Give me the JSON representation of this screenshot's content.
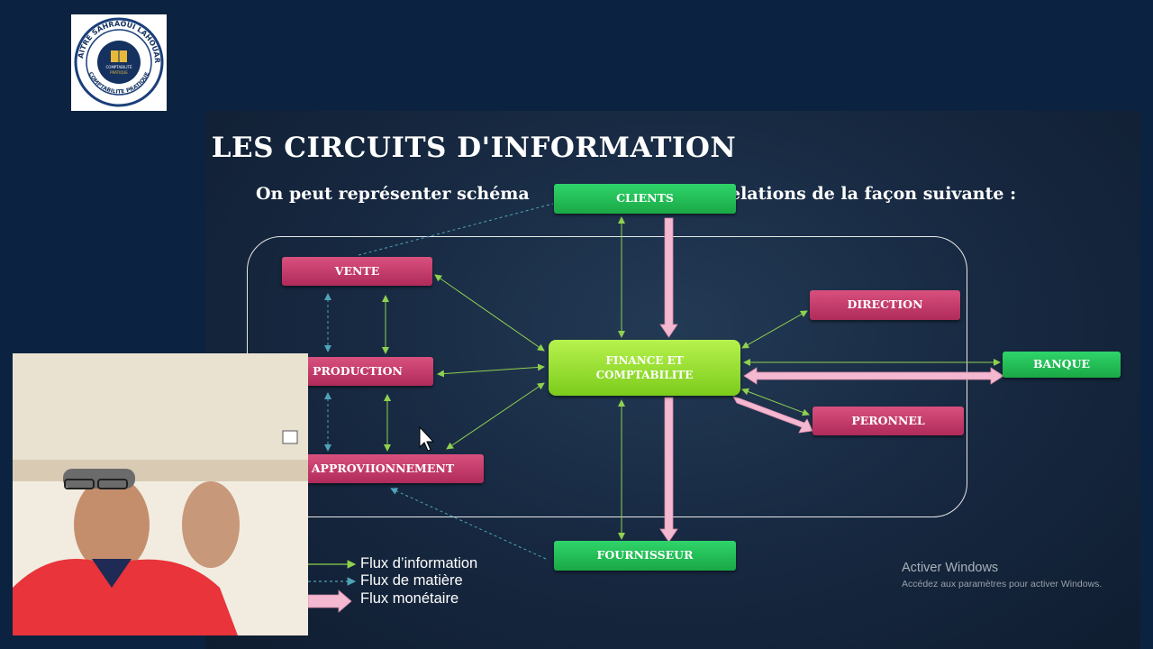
{
  "logo": {
    "arc_top": "MAITRE SAHRAOUI LAHOUARI",
    "arc_bottom": "COMPTABILITE PRATIQUE",
    "center_line1": "COMPTABILITÉ",
    "center_line2": "PRATIQUE"
  },
  "slide": {
    "title": "LES CIRCUITS D'INFORMATION",
    "subtitle_left": "On peut représenter schéma",
    "subtitle_right": "elations de la façon suivante :"
  },
  "diagram": {
    "nodes": {
      "clients": "CLIENTS",
      "vente": "VENTE",
      "production": "PRODUCTION",
      "approvisionnement": "APPROVIIONNEMENT",
      "finance_line1": "FINANCE ET",
      "finance_line2": "COMPTABILITE",
      "direction": "DIRECTION",
      "banque": "BANQUE",
      "personnel": "PERONNEL",
      "fournisseur": "FOURNISSEUR"
    },
    "colors": {
      "information_flow": "#8fd14f",
      "material_flow": "#4fa3b8",
      "monetary_flow": "#f4b8d0",
      "department_box": "#c23a68",
      "external_box": "#1fbf55",
      "finance_box": "#9be036"
    }
  },
  "legend": {
    "information": "Flux d’information",
    "material": "Flux de matière",
    "monetary": "Flux monétaire"
  },
  "windows_watermark": {
    "title": "Activer Windows",
    "subtitle": "Accédez aux paramètres pour activer Windows."
  }
}
